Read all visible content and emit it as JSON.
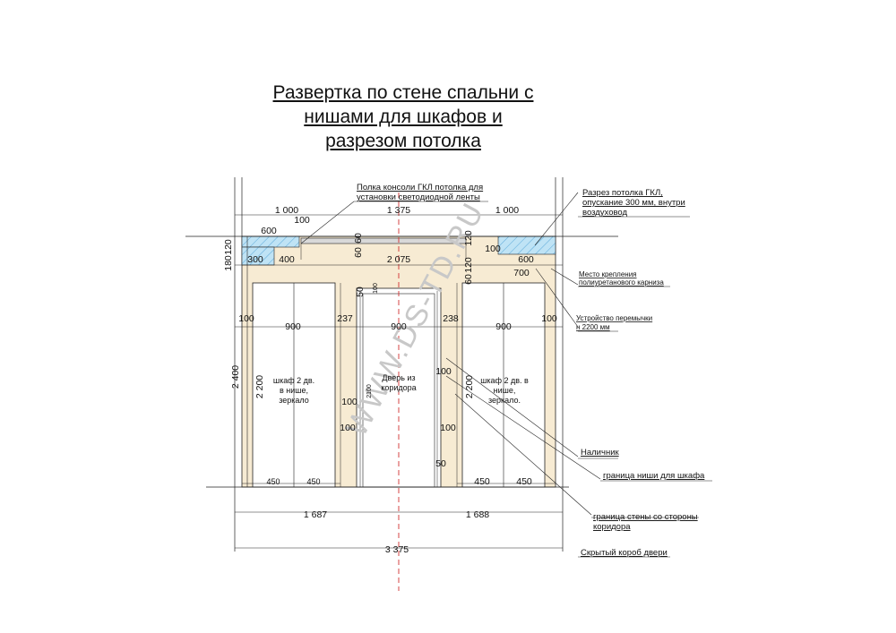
{
  "title_lines": [
    "Развертка по стене спальни с",
    "нишами для шкафов и",
    "разрезом потолка"
  ],
  "watermark": "WWW.DS-TD.RU",
  "notes": {
    "shelf_line1": "Полка консоли  ГКЛ потолка для",
    "shelf_line2": "установки светодиодной ленты",
    "ceiling_section_line1": "Разрез потолка ГКЛ,",
    "ceiling_section_line2": "опускание 300 мм, внутри",
    "ceiling_section_line3": "воздуховод",
    "cornice_line1": "Место крепления",
    "cornice_line2": "полиуретанового карниза",
    "lintel_line1": "Устройство перемычки",
    "lintel_line2": "н 2200 мм",
    "trim": "Наличник",
    "niche_border": "граница  ниши для шкафа",
    "wall_border_line1": "граница  стены  со стороны",
    "wall_border_line2": "коридора",
    "hidden_box": "Скрытый короб двери"
  },
  "labels": {
    "wardrobe_left_line1": "шкаф 2 дв.",
    "wardrobe_left_line2": "в нише,",
    "wardrobe_left_line3": "зеркало",
    "door_line1": "Дверь из",
    "door_line2": "коридора",
    "wardrobe_right_line1": "шкаф 2 дв. в",
    "wardrobe_right_line2": "нише,",
    "wardrobe_right_line3": "зеркало."
  },
  "dimensions": {
    "top_left_1000": "1 000",
    "top_mid_1375": "1 375",
    "top_right_1000": "1 000",
    "d100_top": "100",
    "d600_left": "600",
    "d120_left": "120",
    "d180_left": "180",
    "d60_a": "60",
    "d60_b": "60",
    "d120_right": "120",
    "d100_right": "100",
    "d300": "300",
    "d400": "400",
    "d2075": "2 075",
    "d60_c": "60",
    "d120_c": "120",
    "d600_right": "600",
    "d700": "700",
    "d50_top": "50",
    "d100_small": "100",
    "d100_left_edge": "100",
    "d900_left": "900",
    "d237": "237",
    "d900_mid": "900",
    "d238": "238",
    "d900_right": "900",
    "d100_right_edge": "100",
    "d2400": "2 400",
    "d2200_left": "2 200",
    "d2100": "2100",
    "d2200_right": "2 200",
    "d100_door_l1": "100",
    "d100_door_l2": "100",
    "d100_door_r1": "100",
    "d100_door_r2": "100",
    "d50_bottom": "50",
    "d450_a": "450",
    "d450_b": "450",
    "d450_c": "450",
    "d450_d": "450",
    "d1687": "1 687",
    "d1688": "1 688",
    "d3375": "3 375"
  },
  "colors": {
    "wall_fill": "#f7ebd3",
    "hatch_fill": "#bfe3f5",
    "hatch_line": "#5aa8d8",
    "axis_red": "#d23030",
    "line": "#222222"
  }
}
